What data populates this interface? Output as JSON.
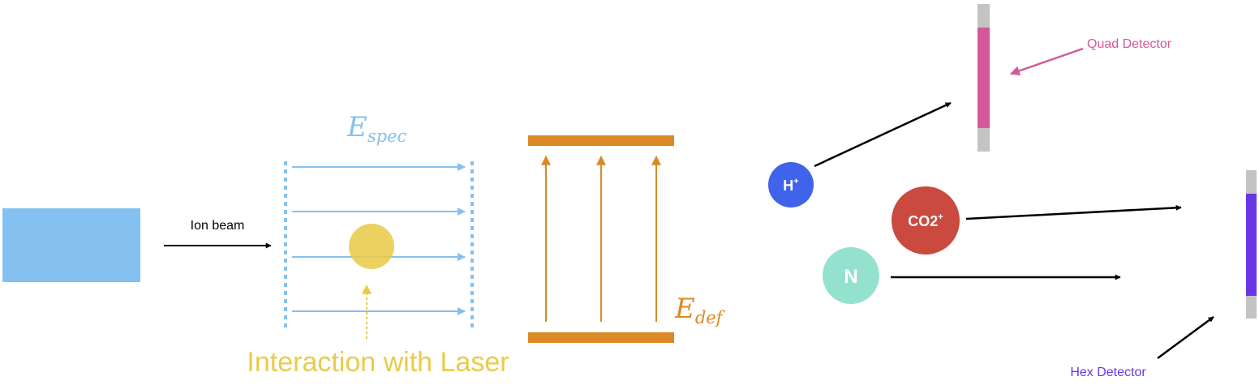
{
  "ion_beam": {
    "label": "Ion beam",
    "source_color": "#85C1F0"
  },
  "spectrometer": {
    "field_symbol": "E",
    "field_subscript": "spec",
    "color": "#86C0EE",
    "arrow_count": 4
  },
  "laser": {
    "label": "Interaction with Laser",
    "color": "#E9CB4A"
  },
  "deflector": {
    "field_symbol": "E",
    "field_subscript": "def",
    "color": "#DA8A25",
    "arrow_count": 3
  },
  "particles": {
    "h_plus": {
      "base": "H",
      "sup": "+",
      "color": "#3F63EA"
    },
    "co2_plus": {
      "base": "CO2",
      "sup": "+",
      "color": "#CA4A40"
    },
    "n": {
      "base": "N",
      "sup": "",
      "color": "#94E2CE"
    }
  },
  "detectors": {
    "quad": {
      "label": "Quad Detector",
      "color": "#D5589A",
      "frame_color": "#C3C3C3"
    },
    "hex": {
      "label": "Hex Detector",
      "color": "#6A35E6",
      "frame_color": "#C3C3C3"
    }
  }
}
